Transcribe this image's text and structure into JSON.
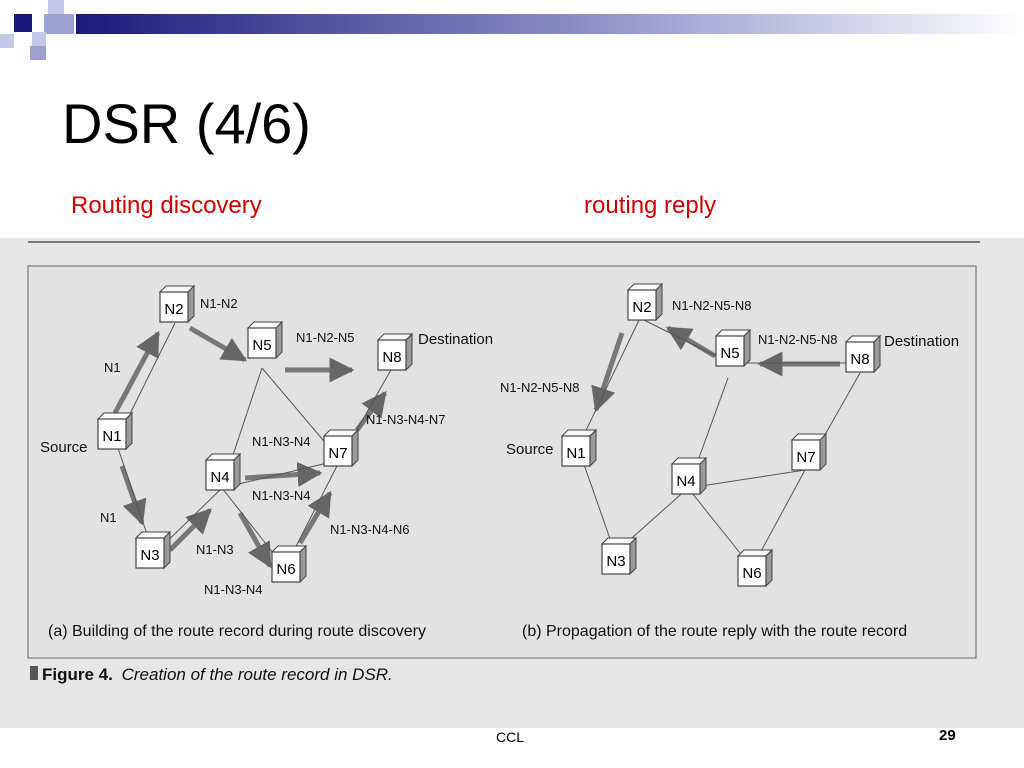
{
  "slide": {
    "title": "DSR (4/6)",
    "subtitle_left": "Routing discovery",
    "subtitle_right": "routing reply",
    "footer_center": "CCL",
    "page_number": "29"
  },
  "figure": {
    "caption_label": "Figure 4.",
    "caption_text": "Creation of the route record in DSR.",
    "panel_a": {
      "caption": "(a) Building of the route record during route discovery",
      "source_label": "Source",
      "destination_label": "Destination",
      "nodes": [
        "N1",
        "N2",
        "N3",
        "N4",
        "N5",
        "N6",
        "N7",
        "N8"
      ],
      "edge_labels": [
        "N1",
        "N1",
        "N1-N2",
        "N1-N2-N5",
        "N1-N3",
        "N1-N3-N4",
        "N1-N3-N4",
        "N1-N3-N4",
        "N1-N3-N4-N6",
        "N1-N3-N4-N7"
      ]
    },
    "panel_b": {
      "caption": "(b) Propagation of the route reply with the route record",
      "source_label": "Source",
      "destination_label": "Destination",
      "nodes": [
        "N1",
        "N2",
        "N3",
        "N4",
        "N5",
        "N6",
        "N7",
        "N8"
      ],
      "edge_labels": [
        "N1-N2-N5-N8",
        "N1-N2-N5-N8",
        "N1-N2-N5-N8"
      ]
    }
  },
  "colors": {
    "title": "#000000",
    "subtitle": "#cc0000",
    "corner_dark": "#1a1a7a",
    "corner_light": "#9aa0cf",
    "scan_bg": "#e6e6e6"
  }
}
